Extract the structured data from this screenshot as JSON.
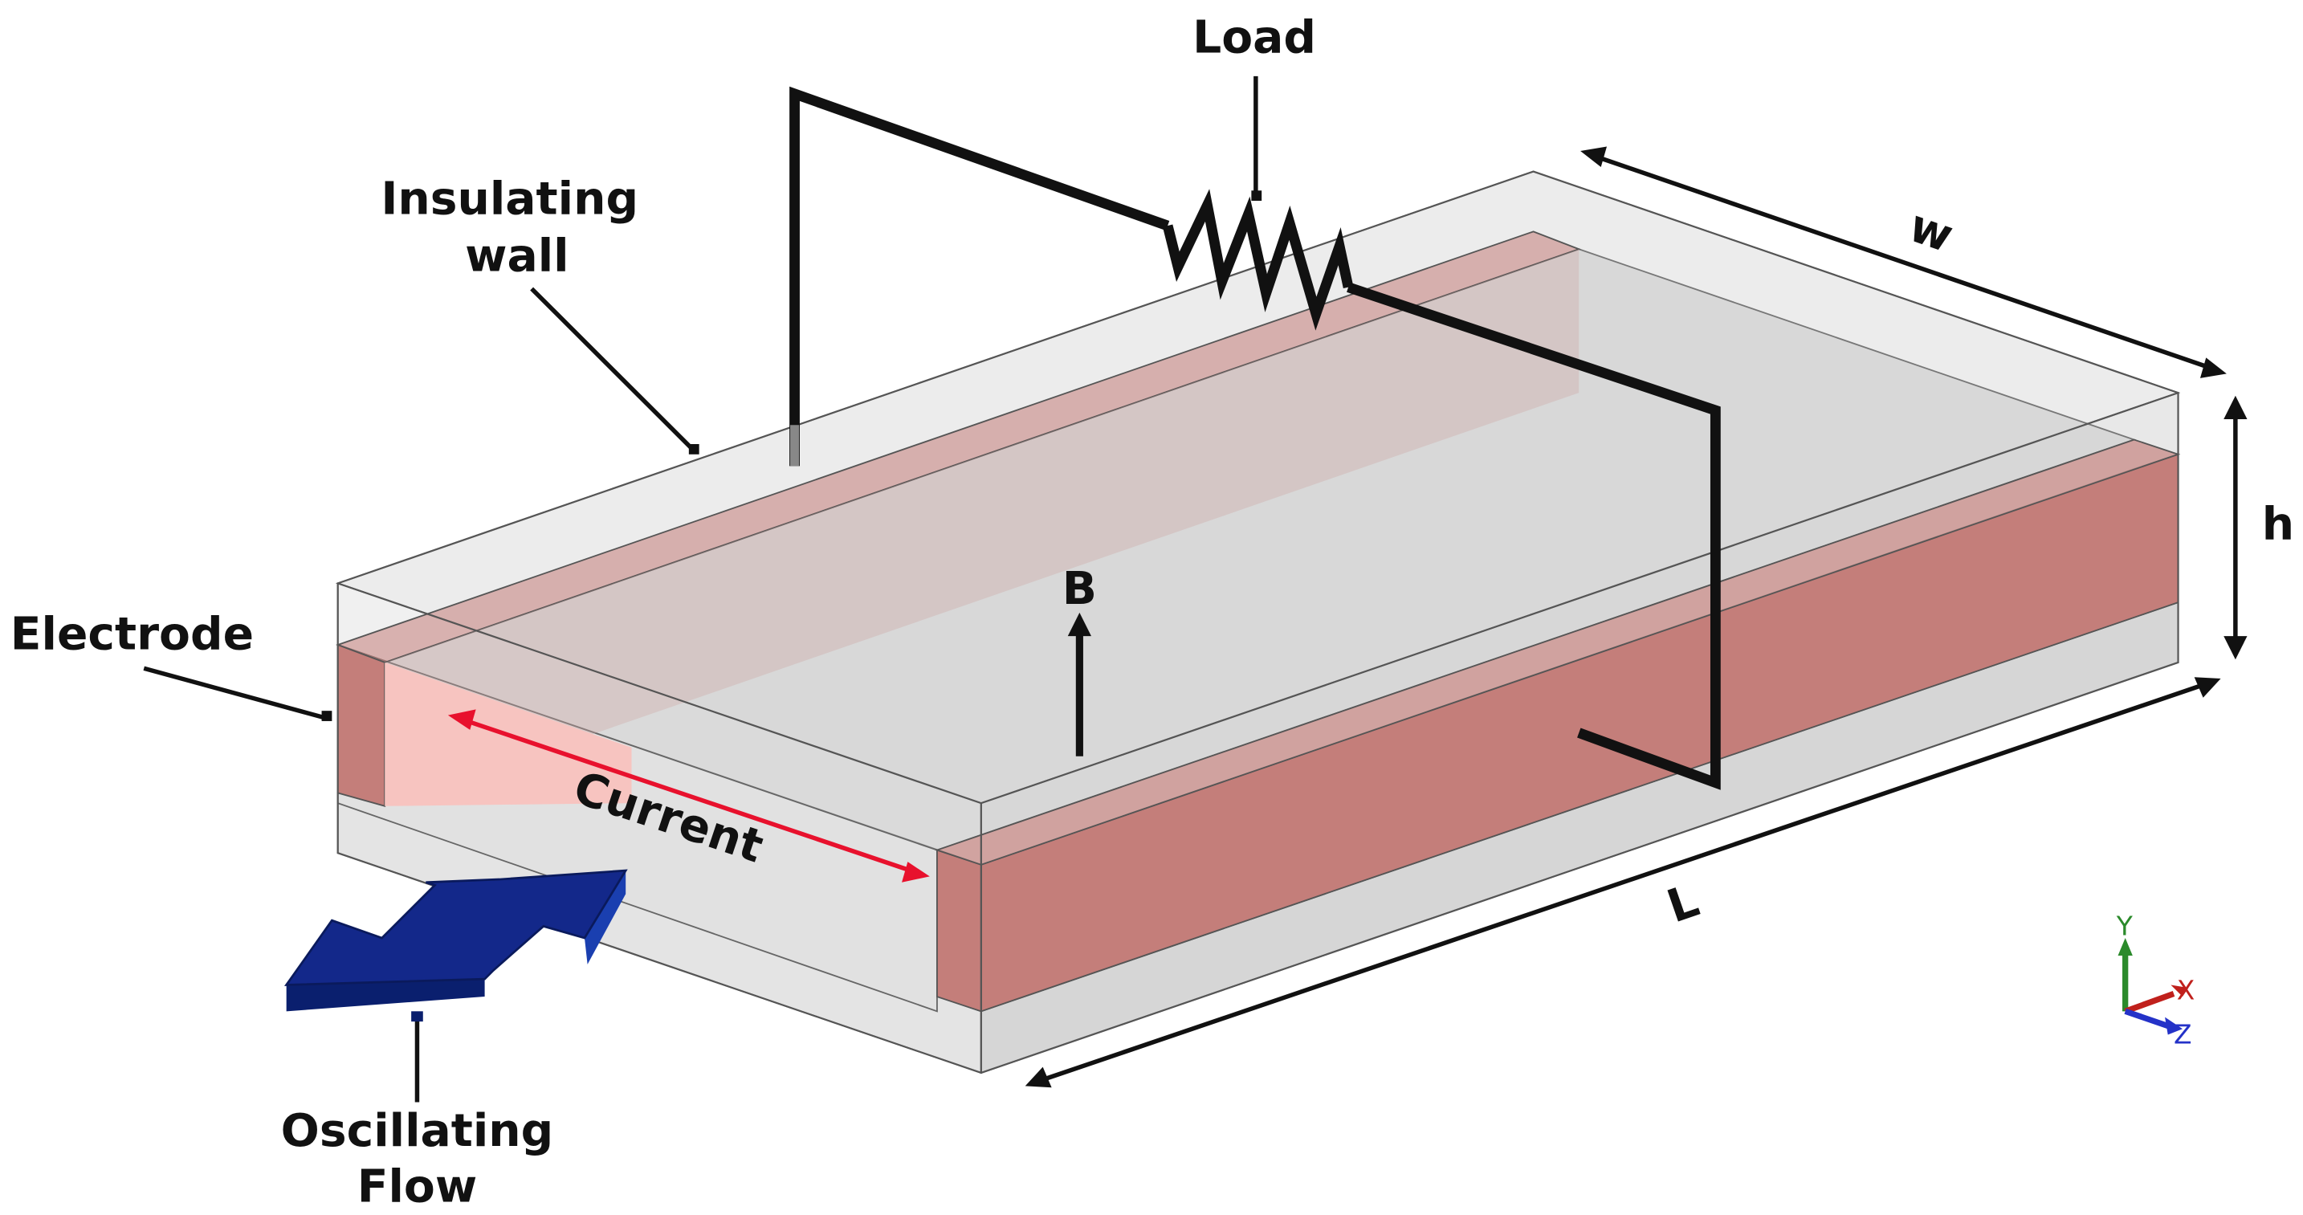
{
  "labels": {
    "load": "Load",
    "insulating_wall_line1": "Insulating",
    "insulating_wall_line2": "wall",
    "electrode": "Electrode",
    "magnetic_field": "B",
    "current": "Current",
    "oscillating_flow_line1": "Oscillating",
    "oscillating_flow_line2": "Flow",
    "width": "w",
    "height": "h",
    "length": "L"
  },
  "axes_triad": {
    "x": "X",
    "y": "Y",
    "z": "Z"
  },
  "colors": {
    "electrode": "#c47e7a",
    "electrode_inner": "#f7c4c0",
    "insulating_wall": "#e6e6e6",
    "channel": "#d3d3d3",
    "current_arrow": "#e8112d",
    "flow_arrow": "#13288a",
    "wire": "#111111",
    "axis_x": "#c0201c",
    "axis_y": "#2b8a2b",
    "axis_z": "#2432c8"
  },
  "icons": {
    "flow": "double-headed-arrow",
    "load": "resistor-zigzag",
    "axes": "xyz-axes-triad"
  }
}
